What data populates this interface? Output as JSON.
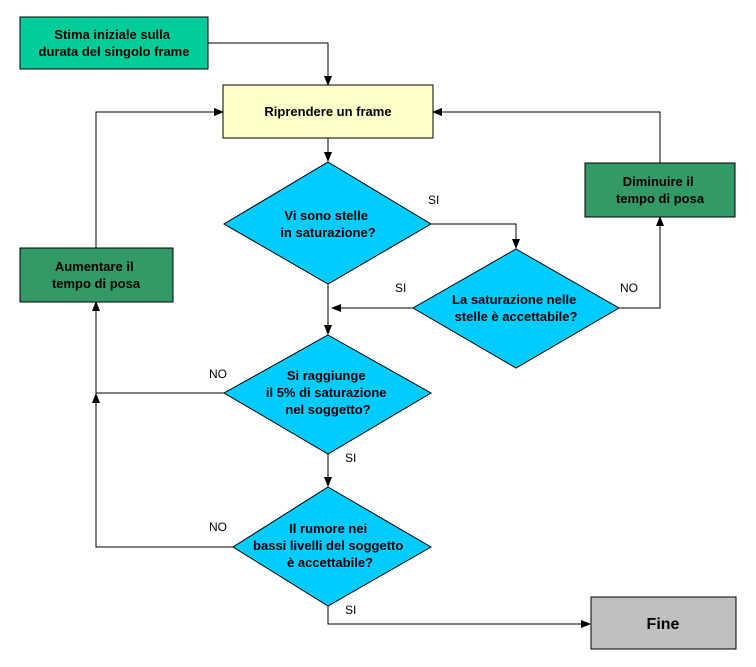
{
  "colors": {
    "start_fill": "#00cc99",
    "action_fill": "#339966",
    "process_fill": "#ffffcc",
    "decision_fill": "#00ccff",
    "end_fill": "#c0c0c0",
    "line": "#000000"
  },
  "nodes": {
    "start": [
      "Stima iniziale sulla",
      "durata del singolo frame"
    ],
    "capture": [
      "Riprendere un frame"
    ],
    "decrease": [
      "Diminuire il",
      "tempo di posa"
    ],
    "increase": [
      "Aumentare il",
      "tempo di posa"
    ],
    "d_saturation": [
      "Vi sono stelle",
      "in saturazione?"
    ],
    "d_acceptable": [
      "La saturazione nelle",
      "stelle è accettabile?"
    ],
    "d_five_percent": [
      "Si raggiunge",
      "il 5% di saturazione",
      "nel soggetto?"
    ],
    "d_noise": [
      "Il rumore nei",
      "bassi livelli del soggetto",
      "è accettabile?"
    ],
    "end": [
      "Fine"
    ]
  },
  "edge_labels": {
    "yes": "SI",
    "no": "NO"
  }
}
